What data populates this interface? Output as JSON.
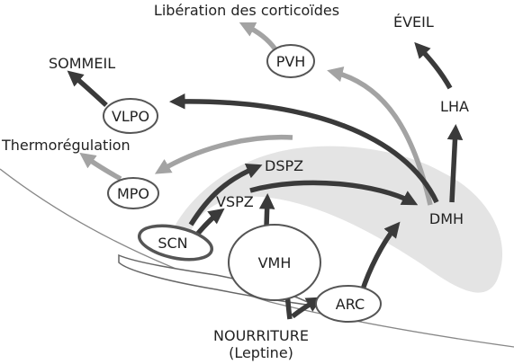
{
  "labels": {
    "liberation": "Libération des corticoïdes",
    "sommeil": "SOMMEIL",
    "eveil": "ÉVEIL",
    "thermo": "Thermorégulation",
    "dspz": "DSPZ",
    "vspz": "VSPZ",
    "nourriture": "NOURRITURE",
    "leptine": "(Leptine)"
  },
  "nodes": {
    "pvh": "PVH",
    "vlpo": "VLPO",
    "lha": "LHA",
    "mpo": "MPO",
    "scn": "SCN",
    "vmh": "VMH",
    "arc": "ARC",
    "dmh": "DMH"
  },
  "colors": {
    "dark_arrow": "#3a3a3a",
    "light_arrow": "#a3a3a3",
    "band": "#e4e4e4",
    "outline": "#555555"
  }
}
